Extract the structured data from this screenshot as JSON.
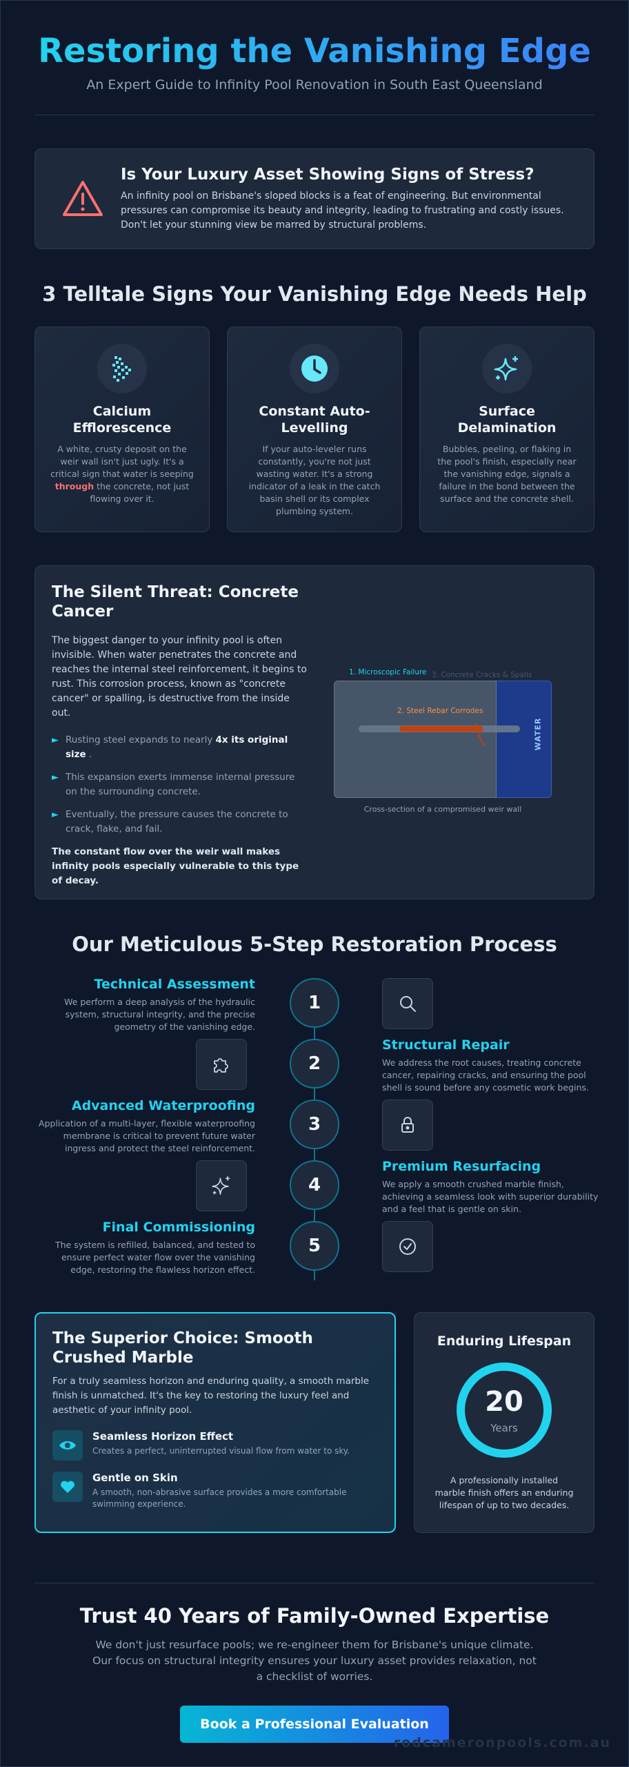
{
  "header": {
    "title": "Restoring the Vanishing Edge",
    "subtitle": "An Expert Guide to Infinity Pool Renovation in South East Queensland"
  },
  "stress": {
    "icon": "warning-triangle-icon",
    "title": "Is Your Luxury Asset Showing Signs of Stress?",
    "text": "An infinity pool on Brisbane's sloped blocks is a feat of engineering. But environmental pressures can compromise its beauty and integrity, leading to frustrating and costly issues. Don't let your stunning view be marred by structural problems."
  },
  "signs": {
    "title": "3 Telltale Signs Your Vanishing Edge Needs Help",
    "items": [
      {
        "icon": "crystals-icon",
        "title": "Calcium Efflorescence",
        "text_a": "A white, crusty deposit on the weir wall isn't just ugly. It's a critical sign that water is seeping ",
        "highlight": "through",
        "text_b": " the concrete, not just flowing over it."
      },
      {
        "icon": "clock-icon",
        "title": "Constant Auto-Levelling",
        "text": "If your auto-leveler runs constantly, you're not just wasting water. It's a strong indicator of a leak in the catch basin shell or its complex plumbing system."
      },
      {
        "icon": "sparkle-icon",
        "title": "Surface Delamination",
        "text": "Bubbles, peeling, or flaking in the pool's finish, especially near the vanishing edge, signals a failure in the bond between the surface and the concrete shell."
      }
    ]
  },
  "threat": {
    "title": "The Silent Threat: Concrete Cancer",
    "body": "The biggest danger to your infinity pool is often invisible. When water penetrates the concrete and reaches the internal steel reinforcement, it begins to rust. This corrosion process, known as \"concrete cancer\" or spalling, is destructive from the inside out.",
    "bullets": [
      {
        "pre": "Rusting steel expands to nearly",
        "strong": "4x its original size",
        "post": "."
      },
      {
        "pre": "This expansion exerts immense internal pressure on the surrounding concrete.",
        "strong": "",
        "post": ""
      },
      {
        "pre": "Eventually, the pressure causes the concrete to crack, flake, and fail.",
        "strong": "",
        "post": ""
      }
    ],
    "conclusion": "The constant flow over the weir wall makes infinity pools especially vulnerable to this type of decay.",
    "diagram": {
      "label1": "1. Microscopic Failure",
      "label2": "2. Steel Rebar Corrodes",
      "label3": "3. Concrete Cracks & Spalls",
      "water": "WATER",
      "caption": "Cross-section of a compromised weir wall"
    }
  },
  "process": {
    "title": "Our Meticulous 5-Step Restoration Process",
    "steps": [
      {
        "num": "1",
        "title": "Technical Assessment",
        "text": "We perform a deep analysis of the hydraulic system, structural integrity, and the precise geometry of the vanishing edge.",
        "icon": "search-icon"
      },
      {
        "num": "2",
        "title": "Structural Repair",
        "text": "We address the root causes, treating concrete cancer, repairing cracks, and ensuring the pool shell is sound before any cosmetic work begins.",
        "icon": "puzzle-icon"
      },
      {
        "num": "3",
        "title": "Advanced Waterproofing",
        "text": "Application of a multi-layer, flexible waterproofing membrane is critical to prevent future water ingress and protect the steel reinforcement.",
        "icon": "lock-icon"
      },
      {
        "num": "4",
        "title": "Premium Resurfacing",
        "text": "We apply a smooth crushed marble finish, achieving a seamless look with superior durability and a feel that is gentle on skin.",
        "icon": "sparkle-icon"
      },
      {
        "num": "5",
        "title": "Final Commissioning",
        "text": "The system is refilled, balanced, and tested to ensure perfect water flow over the vanishing edge, restoring the flawless horizon effect.",
        "icon": "check-circle-icon"
      }
    ]
  },
  "marble": {
    "title": "The Superior Choice: Smooth Crushed Marble",
    "body": "For a truly seamless horizon and enduring quality, a smooth marble finish is unmatched. It's the key to restoring the luxury feel and aesthetic of your infinity pool.",
    "features": [
      {
        "icon": "eye-icon",
        "title": "Seamless Horizon Effect",
        "text": "Creates a perfect, uninterrupted visual flow from water to sky."
      },
      {
        "icon": "heart-icon",
        "title": "Gentle on Skin",
        "text": "A smooth, non-abrasive surface provides a more comfortable swimming experience."
      }
    ]
  },
  "lifespan": {
    "title": "Enduring Lifespan",
    "number": "20",
    "unit": "Years",
    "text": "A professionally installed marble finish offers an enduring lifespan of up to two decades."
  },
  "trust": {
    "title": "Trust 40 Years of Family-Owned Expertise",
    "text": "We don't just resurface pools; we re-engineer them for Brisbane's unique climate. Our focus on structural integrity ensures your luxury asset provides relaxation, not a checklist of worries.",
    "cta": "Book a Professional Evaluation"
  },
  "footer": {
    "domain": "rodcameronpools.com.au"
  },
  "colors": {
    "accent": "#22d3ee",
    "blue": "#3b82f6",
    "warning": "#f87171",
    "rust": "#c2410c"
  }
}
